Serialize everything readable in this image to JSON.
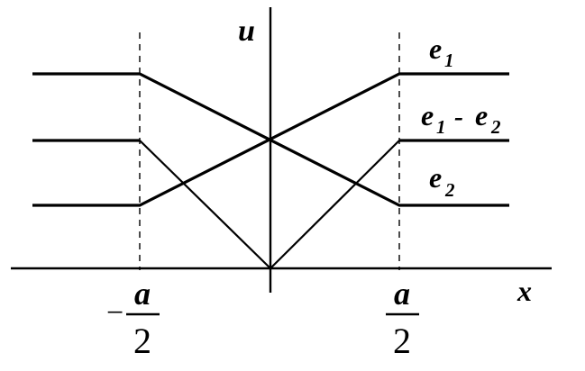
{
  "diagram": {
    "axis_y_label": "u",
    "axis_x_label": "x",
    "curve_labels": {
      "e1_base": "e",
      "e1_sub": "1",
      "e1_minus_e2_a": "e",
      "e1_minus_e2_a_sub": "1",
      "e1_minus_e2_op": "-",
      "e1_minus_e2_b": "e",
      "e1_minus_e2_b_sub": "2",
      "e2_base": "e",
      "e2_sub": "2"
    },
    "tick_left": {
      "sign": "−",
      "numerator": "a",
      "denominator": "2"
    },
    "tick_right": {
      "numerator": "a",
      "denominator": "2"
    },
    "colors": {
      "ink": "#000000",
      "background": "#ffffff"
    }
  }
}
